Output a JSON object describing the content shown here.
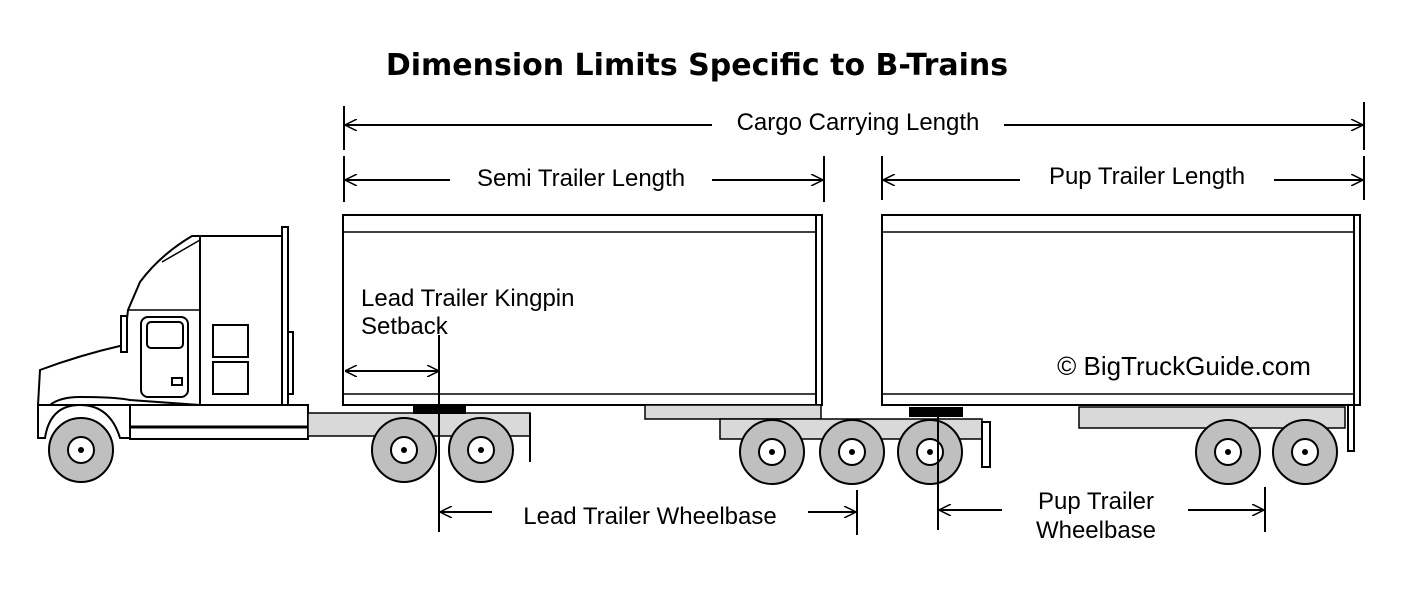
{
  "title": "Dimension Limits Specific to B-Trains",
  "labels": {
    "cargo_carrying_length": "Cargo Carrying Length",
    "semi_trailer_length": "Semi Trailer Length",
    "pup_trailer_length": "Pup Trailer Length",
    "kingpin_line1": "Lead Trailer Kingpin",
    "kingpin_line2": "Setback",
    "lead_wheelbase": "Lead Trailer Wheelbase",
    "pup_wheelbase_line1": "Pup Trailer",
    "pup_wheelbase_line2": "Wheelbase",
    "copyright": "© BigTruckGuide.com"
  },
  "colors": {
    "line": "#000000",
    "tire": "#bfbfbf",
    "frame": "#d9d9d9",
    "background": "#ffffff"
  }
}
